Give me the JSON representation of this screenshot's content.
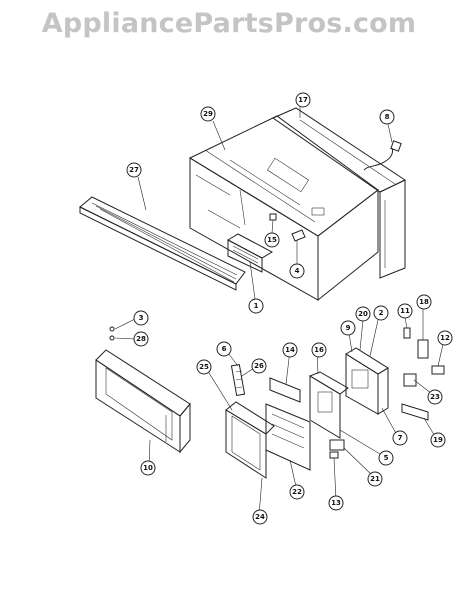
{
  "watermark": "AppliancePartsPros.com",
  "callouts": [
    "29",
    "17",
    "8",
    "27",
    "15",
    "4",
    "1",
    "3",
    "28",
    "2",
    "11",
    "18",
    "20",
    "9",
    "16",
    "14",
    "6",
    "26",
    "25",
    "12",
    "23",
    "10",
    "7",
    "5",
    "19",
    "21",
    "22",
    "13",
    "24"
  ]
}
